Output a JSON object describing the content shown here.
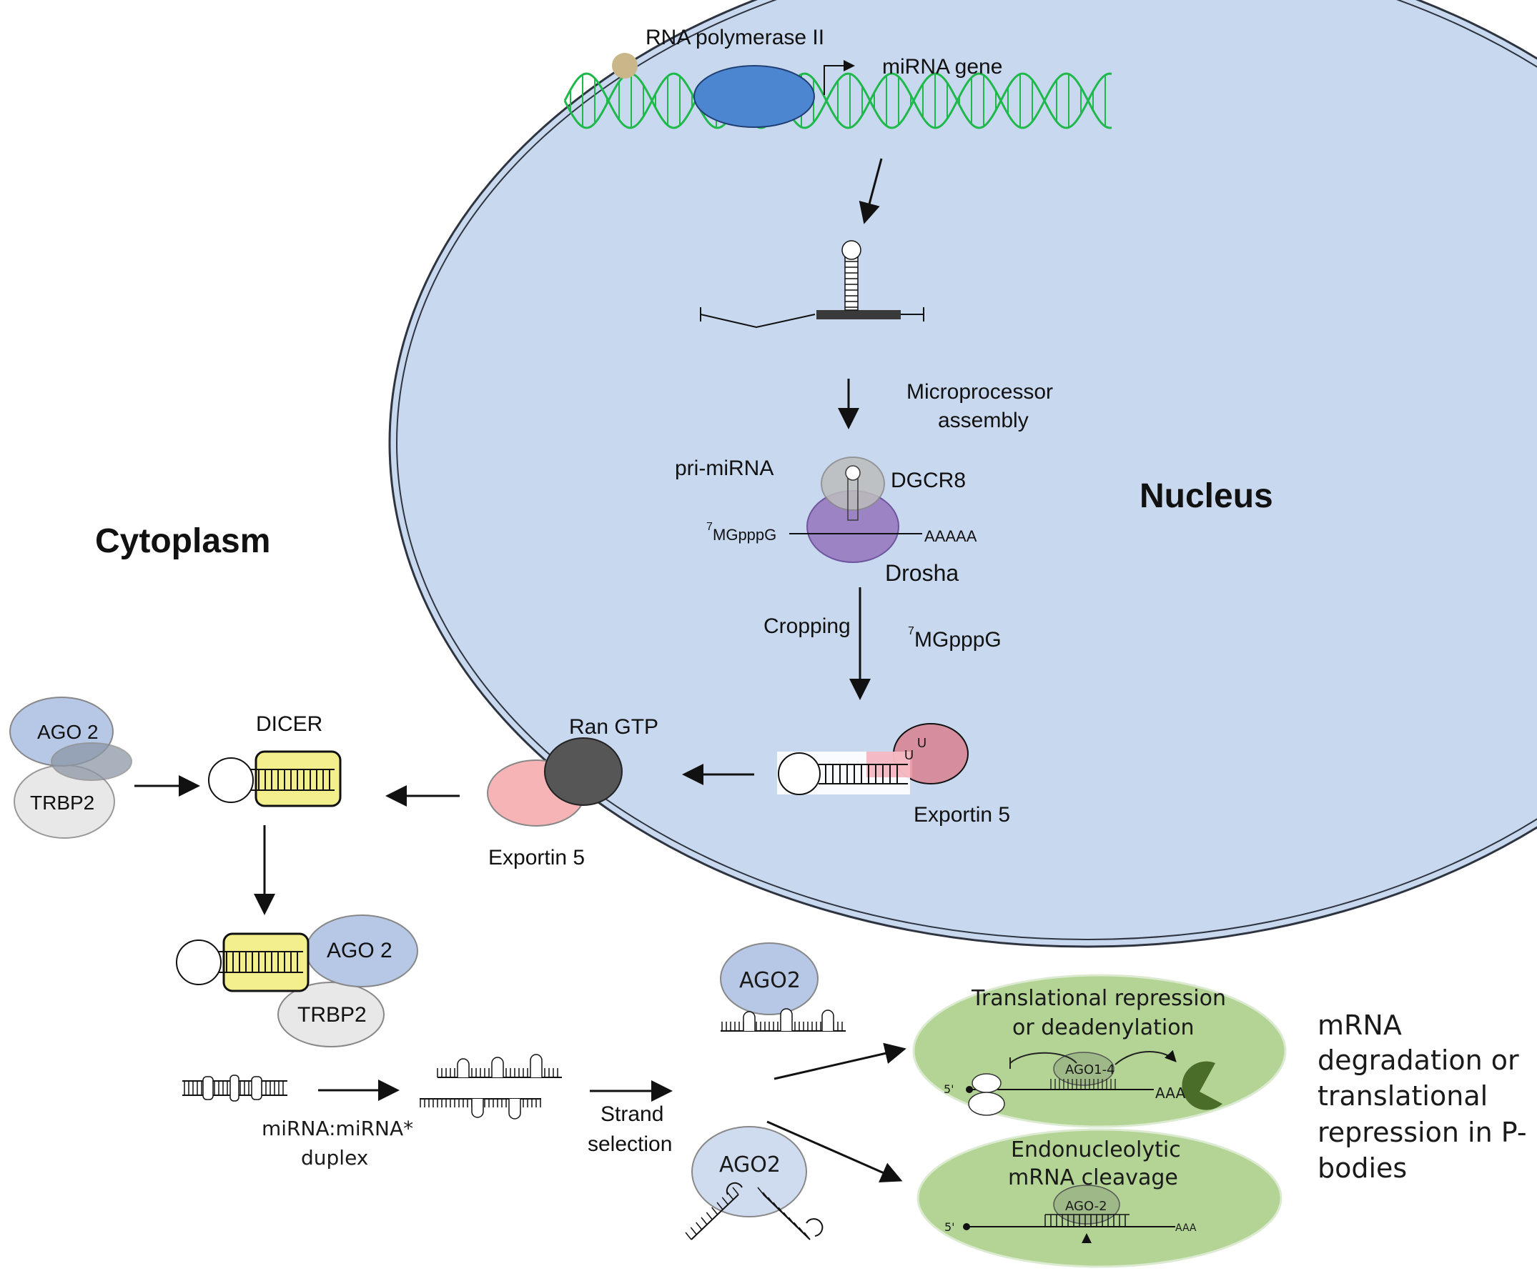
{
  "labels": {
    "rna_pol": "RNA polymerase II",
    "mirna_gene": "miRNA gene",
    "microprocessor_1": "Microprocessor",
    "microprocessor_2": "assembly",
    "pri_mirna": "pri-miRNA",
    "dgcr8": "DGCR8",
    "nucleus": "Nucleus",
    "cytoplasm": "Cytoplasm",
    "cap_sup": "7",
    "cap": "MGpppG",
    "polyA": "AAAAA",
    "drosha": "Drosha",
    "cropping": "Cropping",
    "cap2_sup": "7",
    "cap2": "MGpppG",
    "u1": "U",
    "u2": "U",
    "ran_gtp": "Ran GTP",
    "exportin5_nuc": "Exportin 5",
    "exportin5_cyto": "Exportin 5",
    "dicer": "DICER",
    "ago2_top": "AGO 2",
    "trbp2_top": "TRBP2",
    "ago2_mid": "AGO 2",
    "trbp2_mid": "TRBP2",
    "duplex_1": "miRNA:miRNA*",
    "duplex_2": "duplex",
    "strand_1": "Strand",
    "strand_2": "selection",
    "ago2_right_top": "AGO2",
    "ago2_right_bot": "AGO2",
    "trans_rep_1": "Translational repression",
    "trans_rep_2": "or deadenylation",
    "ago1_4": "AGO1-4",
    "five_prime_1": "5'",
    "aaa_1": "AAA",
    "endo_1": "Endonucleolytic",
    "endo_2": "mRNA cleavage",
    "ago_2_small": "AGO-2",
    "five_prime_2": "5'",
    "aaa_2": "AAA",
    "outcome_1": "mRNA",
    "outcome_2": "degradation or",
    "outcome_3": "translational",
    "outcome_4": "repression in P-",
    "outcome_5": "bodies"
  },
  "colors": {
    "nucleus_fill": "#c8d8ee",
    "dna_green": "#1fb84a",
    "rna_pol_blue": "#4d86d0",
    "dgcr8_gray": "#bdbdbd",
    "drosha_purple": "#9a7fc1",
    "exportin_pink": "#d68e9e",
    "ran_gray": "#565656",
    "exportin_light_pink": "#f6b4b7",
    "dicer_yellow": "#f3ef8c",
    "ago_blue": "#b6c8e6",
    "trbp_gray": "#e8e8e8",
    "pbody_green": "#b3d494",
    "pacman_green": "#4a6e2a"
  }
}
